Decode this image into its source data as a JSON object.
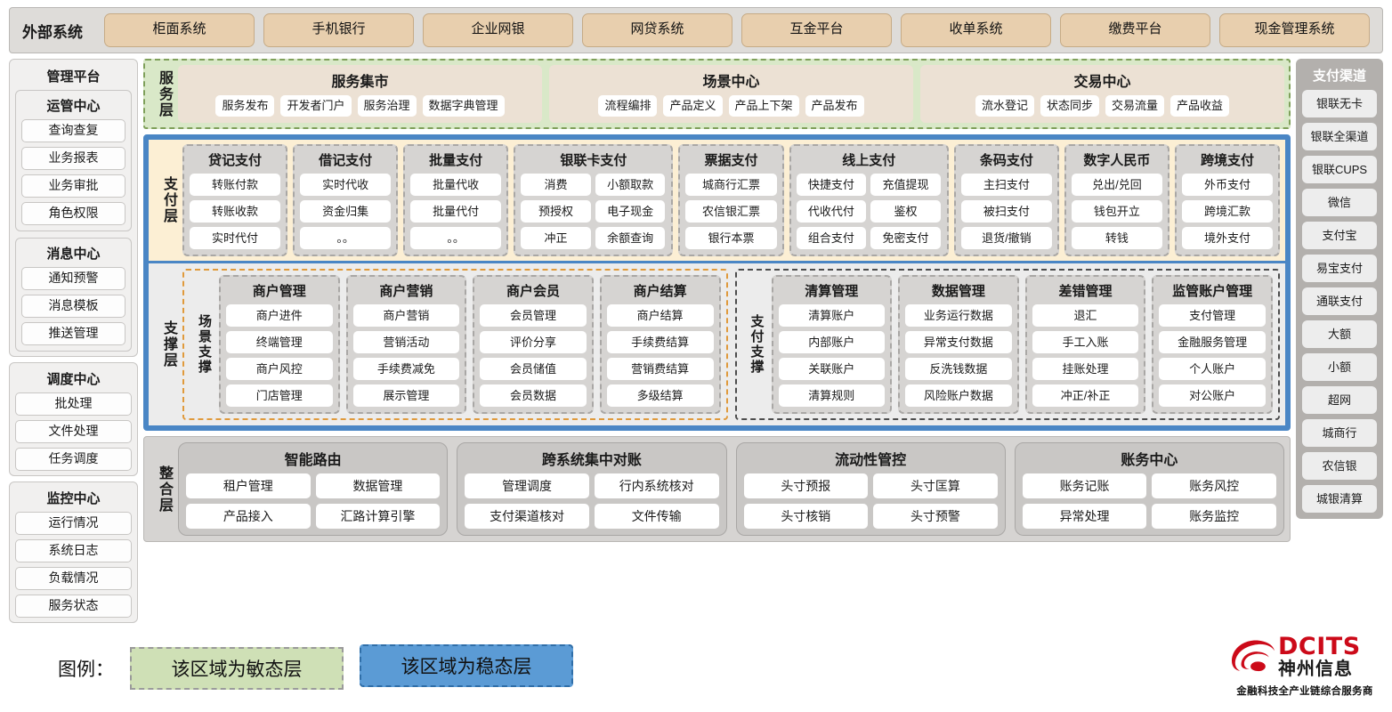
{
  "external": {
    "title": "外部系统",
    "systems": [
      "柜面系统",
      "手机银行",
      "企业网银",
      "网贷系统",
      "互金平台",
      "收单系统",
      "缴费平台",
      "现金管理系统"
    ]
  },
  "left_sidebar": {
    "title": "管理平台",
    "groups": [
      {
        "title": "运管中心",
        "items": [
          "查询查复",
          "业务报表",
          "业务审批",
          "角色权限"
        ]
      },
      {
        "title": "消息中心",
        "items": [
          "通知预警",
          "消息模板",
          "推送管理"
        ]
      }
    ],
    "standalone_groups": [
      {
        "title": "调度中心",
        "items": [
          "批处理",
          "文件处理",
          "任务调度"
        ]
      },
      {
        "title": "监控中心",
        "items": [
          "运行情况",
          "系统日志",
          "负载情况",
          "服务状态"
        ]
      }
    ]
  },
  "service_layer": {
    "label": "服务层",
    "boxes": [
      {
        "title": "服务集市",
        "chips": [
          "服务发布",
          "开发者门户",
          "服务治理",
          "数据字典管理"
        ]
      },
      {
        "title": "场景中心",
        "chips": [
          "流程编排",
          "产品定义",
          "产品上下架",
          "产品发布"
        ]
      },
      {
        "title": "交易中心",
        "chips": [
          "流水登记",
          "状态同步",
          "交易流量",
          "产品收益"
        ]
      }
    ]
  },
  "payment_layer": {
    "label": "支付层",
    "groups": [
      {
        "title": "贷记支付",
        "cols": 1,
        "cells": [
          "转账付款",
          "转账收款",
          "实时代付"
        ]
      },
      {
        "title": "借记支付",
        "cols": 1,
        "cells": [
          "实时代收",
          "资金归集",
          "。。"
        ]
      },
      {
        "title": "批量支付",
        "cols": 1,
        "cells": [
          "批量代收",
          "批量代付",
          "。。"
        ]
      },
      {
        "title": "银联卡支付",
        "cols": 2,
        "cells": [
          "消费",
          "小额取款",
          "预授权",
          "电子现金",
          "冲正",
          "余额查询"
        ]
      },
      {
        "title": "票据支付",
        "cols": 1,
        "cells": [
          "城商行汇票",
          "农信银汇票",
          "银行本票"
        ]
      },
      {
        "title": "线上支付",
        "cols": 2,
        "cells": [
          "快捷支付",
          "充值提现",
          "代收代付",
          "鉴权",
          "组合支付",
          "免密支付"
        ]
      },
      {
        "title": "条码支付",
        "cols": 1,
        "cells": [
          "主扫支付",
          "被扫支付",
          "退货/撤销"
        ]
      },
      {
        "title": "数字人民币",
        "cols": 1,
        "cells": [
          "兑出/兑回",
          "钱包开立",
          "转钱"
        ]
      },
      {
        "title": "跨境支付",
        "cols": 1,
        "cells": [
          "外币支付",
          "跨境汇款",
          "境外支付"
        ]
      }
    ]
  },
  "support_layer": {
    "label": "支撑层",
    "halves": [
      {
        "label": "场景支撑",
        "groups": [
          {
            "title": "商户管理",
            "cells": [
              "商户进件",
              "终端管理",
              "商户风控",
              "门店管理"
            ]
          },
          {
            "title": "商户营销",
            "cells": [
              "商户营销",
              "营销活动",
              "手续费减免",
              "展示管理"
            ]
          },
          {
            "title": "商户会员",
            "cells": [
              "会员管理",
              "评价分享",
              "会员储值",
              "会员数据"
            ]
          },
          {
            "title": "商户结算",
            "cells": [
              "商户结算",
              "手续费结算",
              "营销费结算",
              "多级结算"
            ]
          }
        ]
      },
      {
        "label": "支付支撑",
        "groups": [
          {
            "title": "清算管理",
            "cells": [
              "清算账户",
              "内部账户",
              "关联账户",
              "清算规则"
            ]
          },
          {
            "title": "数据管理",
            "cells": [
              "业务运行数据",
              "异常支付数据",
              "反洗钱数据",
              "风险账户数据"
            ]
          },
          {
            "title": "差错管理",
            "cells": [
              "退汇",
              "手工入账",
              "挂账处理",
              "冲正/补正"
            ]
          },
          {
            "title": "监管账户管理",
            "cells": [
              "支付管理",
              "金融服务管理",
              "个人账户",
              "对公账户"
            ]
          }
        ]
      }
    ]
  },
  "integration_layer": {
    "label": "整合层",
    "groups": [
      {
        "title": "智能路由",
        "cells": [
          "租户管理",
          "数据管理",
          "产品接入",
          "汇路计算引擎"
        ]
      },
      {
        "title": "跨系统集中对账",
        "cells": [
          "管理调度",
          "行内系统核对",
          "支付渠道核对",
          "文件传输"
        ]
      },
      {
        "title": "流动性管控",
        "cells": [
          "头寸预报",
          "头寸匡算",
          "头寸核销",
          "头寸预警"
        ]
      },
      {
        "title": "账务中心",
        "cells": [
          "账务记账",
          "账务风控",
          "异常处理",
          "账务监控"
        ]
      }
    ]
  },
  "right_sidebar": {
    "title": "支付渠道",
    "items": [
      "银联无卡",
      "银联全渠道",
      "银联CUPS",
      "微信",
      "支付宝",
      "易宝支付",
      "通联支付",
      "大额",
      "小额",
      "超网",
      "城商行",
      "农信银",
      "城银清算"
    ]
  },
  "legend": {
    "label": "图例：",
    "agile": "该区域为敏态层",
    "stable": "该区域为稳态层"
  },
  "logo": {
    "en": "DCITS",
    "cn": "神州信息",
    "tagline": "金融科技全产业链综合服务商"
  },
  "colors": {
    "external_chip": "#e8cfae",
    "agile_green": "#d9e8c8",
    "stable_blue": "#4a86c5",
    "payment_cream": "#fcefd4",
    "support_gray": "#ececec",
    "scene_dash": "#e09a3c",
    "brand_red": "#cc0a19"
  }
}
